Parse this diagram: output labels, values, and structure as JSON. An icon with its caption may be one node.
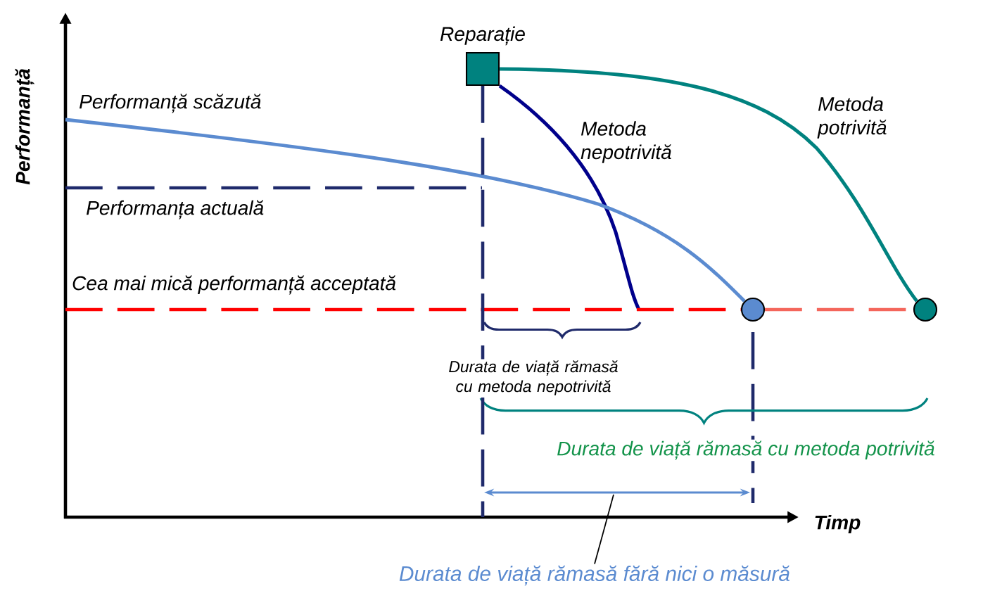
{
  "diagram": {
    "nodes": [
      {
        "text": [
          "Reparație"
        ]
      },
      {
        "text": [],
        "shape": "circle"
      },
      {
        "text": [],
        "shape": "circle"
      },
      {
        "text": [
          "Durata de viață rămasă fără nici o măsură"
        ]
      }
    ],
    "edges": [
      {
        "from": 0,
        "to": 2,
        "arrow": "none",
        "color": "#00827f"
      },
      {
        "from": 0,
        "to": null,
        "arrow": "none",
        "color": "#00008b"
      },
      {
        "from": null,
        "to": 1,
        "arrow": "none",
        "color": "#5b8bd0"
      },
      {
        "from": 3,
        "to": null,
        "arrow": "none",
        "color": "#000000"
      },
      {
        "from": null,
        "to": 1,
        "arrow": "none",
        "style": "dashed",
        "color": "#ff0000"
      },
      {
        "from": 1,
        "to": 2,
        "arrow": "none",
        "style": "dashed",
        "color": "#f4665b"
      },
      {
        "from": 0,
        "to": null,
        "arrow": "none",
        "style": "dashed",
        "color": "#1f2a6b"
      }
    ],
    "labels": [
      "Performanță",
      "Performanță scăzută",
      "Metoda nepotrivită",
      "Metoda potrivită",
      "Performanța actuală",
      "Cea mai mică performanță acceptată",
      "Durata de viață rămasă cu metoda nepotrivită",
      "Durata de viață rămasă cu metoda potrivită",
      "Timp"
    ]
  }
}
